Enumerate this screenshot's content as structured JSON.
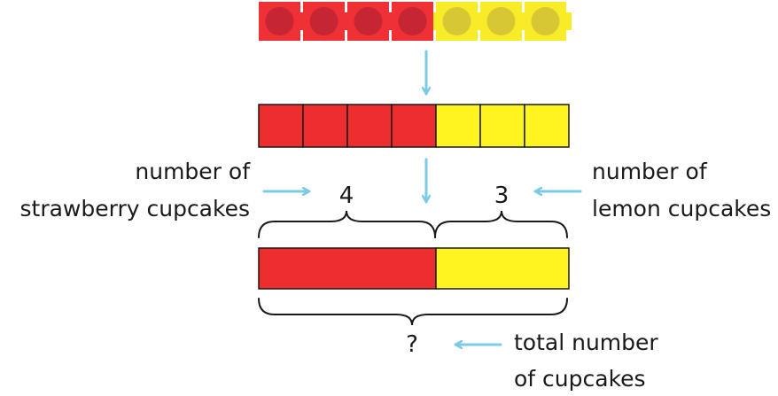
{
  "colors": {
    "strawberry": "#ee2d2f",
    "lemon": "#fdf420",
    "cube_red": "#ef3135",
    "cube_red_dot": "#c62533",
    "cube_yellow": "#f8eb28",
    "cube_yellow_dot": "#d6c733",
    "arrow": "#7ccbe6",
    "outline": "#1a1a1a"
  },
  "counts": {
    "strawberry": 4,
    "lemon": 3
  },
  "labels": {
    "strawberry_line1": "number of",
    "strawberry_line2": "strawberry cupcakes",
    "lemon_line1": "number of",
    "lemon_line2": "lemon cupcakes",
    "total_line1": "total number",
    "total_line2": "of cupcakes",
    "strawberry_count": "4",
    "lemon_count": "3",
    "total_unknown": "?"
  }
}
